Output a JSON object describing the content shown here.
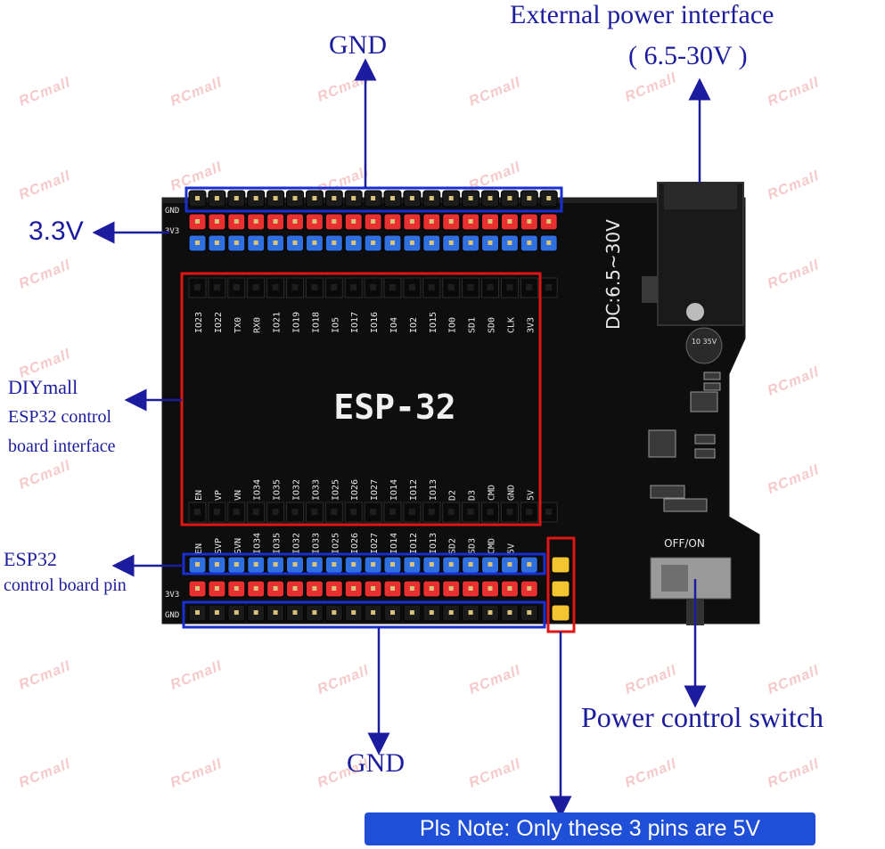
{
  "labels": {
    "gnd_top": "GND",
    "external_power_line1": "External  power interface",
    "external_power_line2": "( 6.5-30V )",
    "v33": "3.3V",
    "diymall_line1": "DIYmall",
    "diymall_line2": "ESP32 control",
    "diymall_line3": "board interface",
    "esp32pin_line1": "ESP32",
    "esp32pin_line2": "control board pin",
    "power_switch": "Power control switch",
    "gnd_bottom": "GND",
    "note": "Pls Note: Only these 3 pins are 5V"
  },
  "board": {
    "module_title": "ESP-32",
    "dc_label": "DC:6.5~30V",
    "switch_label": "OFF/ON",
    "row_labels": {
      "gnd": "GND",
      "v33": "3V3"
    },
    "top_pins": [
      "IO23",
      "IO22",
      "TX0",
      "RX0",
      "IO21",
      "IO19",
      "IO18",
      "IO5",
      "IO17",
      "IO16",
      "IO4",
      "IO2",
      "IO15",
      "IO0",
      "SD1",
      "SD0",
      "CLK",
      "3V3"
    ],
    "bottom_module_pins": [
      "EN",
      "VP",
      "VN",
      "IO34",
      "IO35",
      "IO32",
      "IO33",
      "IO25",
      "IO26",
      "IO27",
      "IO14",
      "IO12",
      "IO13",
      "D2",
      "D3",
      "CMD",
      "GND",
      "5V"
    ],
    "bottom_pins": [
      "EN",
      "SVP",
      "SVN",
      "IO34",
      "IO35",
      "IO32",
      "IO33",
      "IO25",
      "IO26",
      "IO27",
      "IO14",
      "IO12",
      "IO13",
      "SD2",
      "SD3",
      "CMD",
      "5V"
    ],
    "cap_label": "10 35V"
  },
  "watermark": "RCmall",
  "colors": {
    "arrow": "#1c1c9e",
    "highlight_blue": "#1a2fd0",
    "highlight_red": "#e01515",
    "highlight_orange": "#e37b00",
    "header_red": "#e83030",
    "header_blue": "#2f6fe0"
  }
}
